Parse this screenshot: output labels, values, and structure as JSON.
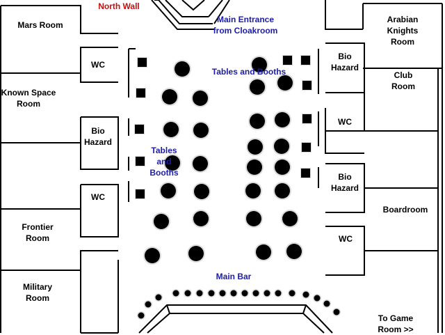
{
  "colors": {
    "wall": "#000000",
    "background": "#ffffff",
    "zone_text": "#1c1ca8",
    "alert_text": "#c41010",
    "table": "#000000",
    "glow": "#b8b8b8"
  },
  "icons": {
    "round_table": "filled-circle",
    "booth": "filled-square",
    "bar_stool": "small-filled-circle"
  },
  "rooms": {
    "mars_room": "Mars Room",
    "known_space_room": "Known Space\nRoom",
    "frontier_room": "Frontier\nRoom",
    "military_room": "Military\nRoom",
    "wc_left_top": "WC",
    "bio_hazard_left": "Bio\nHazard",
    "wc_left_bottom": "WC",
    "arabian_knights_room": "Arabian\nKnights\nRoom",
    "club_room": "Club Room",
    "bio_hazard_right_top": "Bio\nHazard",
    "wc_right_top": "WC",
    "bio_hazard_right_bottom": "Bio\nHazard",
    "boardroom": "Boardroom",
    "wc_right_bottom": "WC"
  },
  "zones": {
    "north_wall": "North Wall",
    "main_entrance": "Main Entrance\nfrom Cloakroom",
    "tables_booths_right": "Tables and Booths",
    "tables_booths_left": "Tables\nand\nBooths",
    "main_bar": "Main Bar",
    "to_game_room": "To Game Room >>"
  }
}
